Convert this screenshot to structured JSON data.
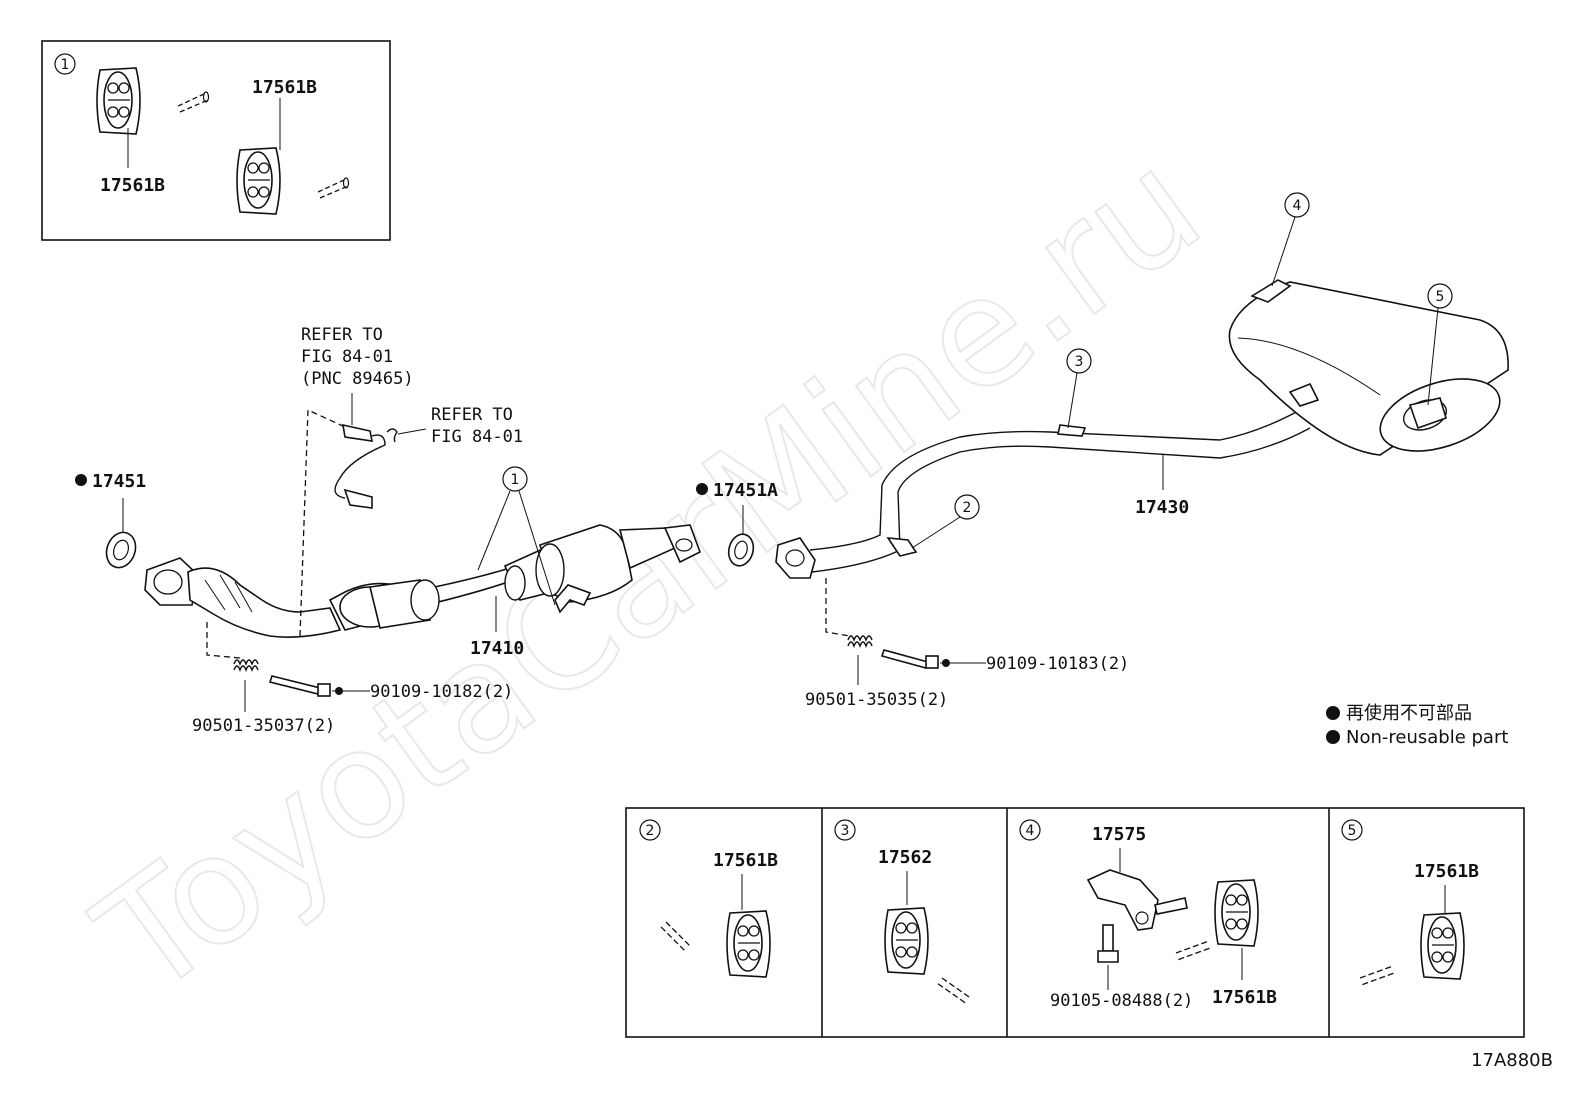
{
  "watermark": "ToyotaCarMine.ru",
  "figure_code": "17A880B",
  "legend": {
    "jp": "再使用不可部品",
    "en": "Non-reusable part"
  },
  "callouts": {
    "c1": "1",
    "c2": "2",
    "c3": "3",
    "c4": "4",
    "c5": "5"
  },
  "refer_sensor": [
    "REFER TO",
    "FIG 84-01",
    "(PNC 89465)"
  ],
  "refer_clip": [
    "REFER TO",
    "FIG 84-01"
  ],
  "parts": {
    "gasket_front": "17451",
    "gasket_center": "17451A",
    "front_pipe": "17410",
    "tail_pipe": "17430",
    "bolt_front": "90109-10182(2)",
    "spring_front": "90501-35037(2)",
    "bolt_center": "90109-10183(2)",
    "spring_center": "90501-35035(2)"
  },
  "detail_1": {
    "top_label": "17561B",
    "bottom_label": "17561B"
  },
  "detail_2": {
    "label": "17561B"
  },
  "detail_3": {
    "label": "17562"
  },
  "detail_4": {
    "bracket_label": "17575",
    "bolt_label": "90105-08488(2)",
    "support_label": "17561B"
  },
  "detail_5": {
    "label": "17561B"
  }
}
